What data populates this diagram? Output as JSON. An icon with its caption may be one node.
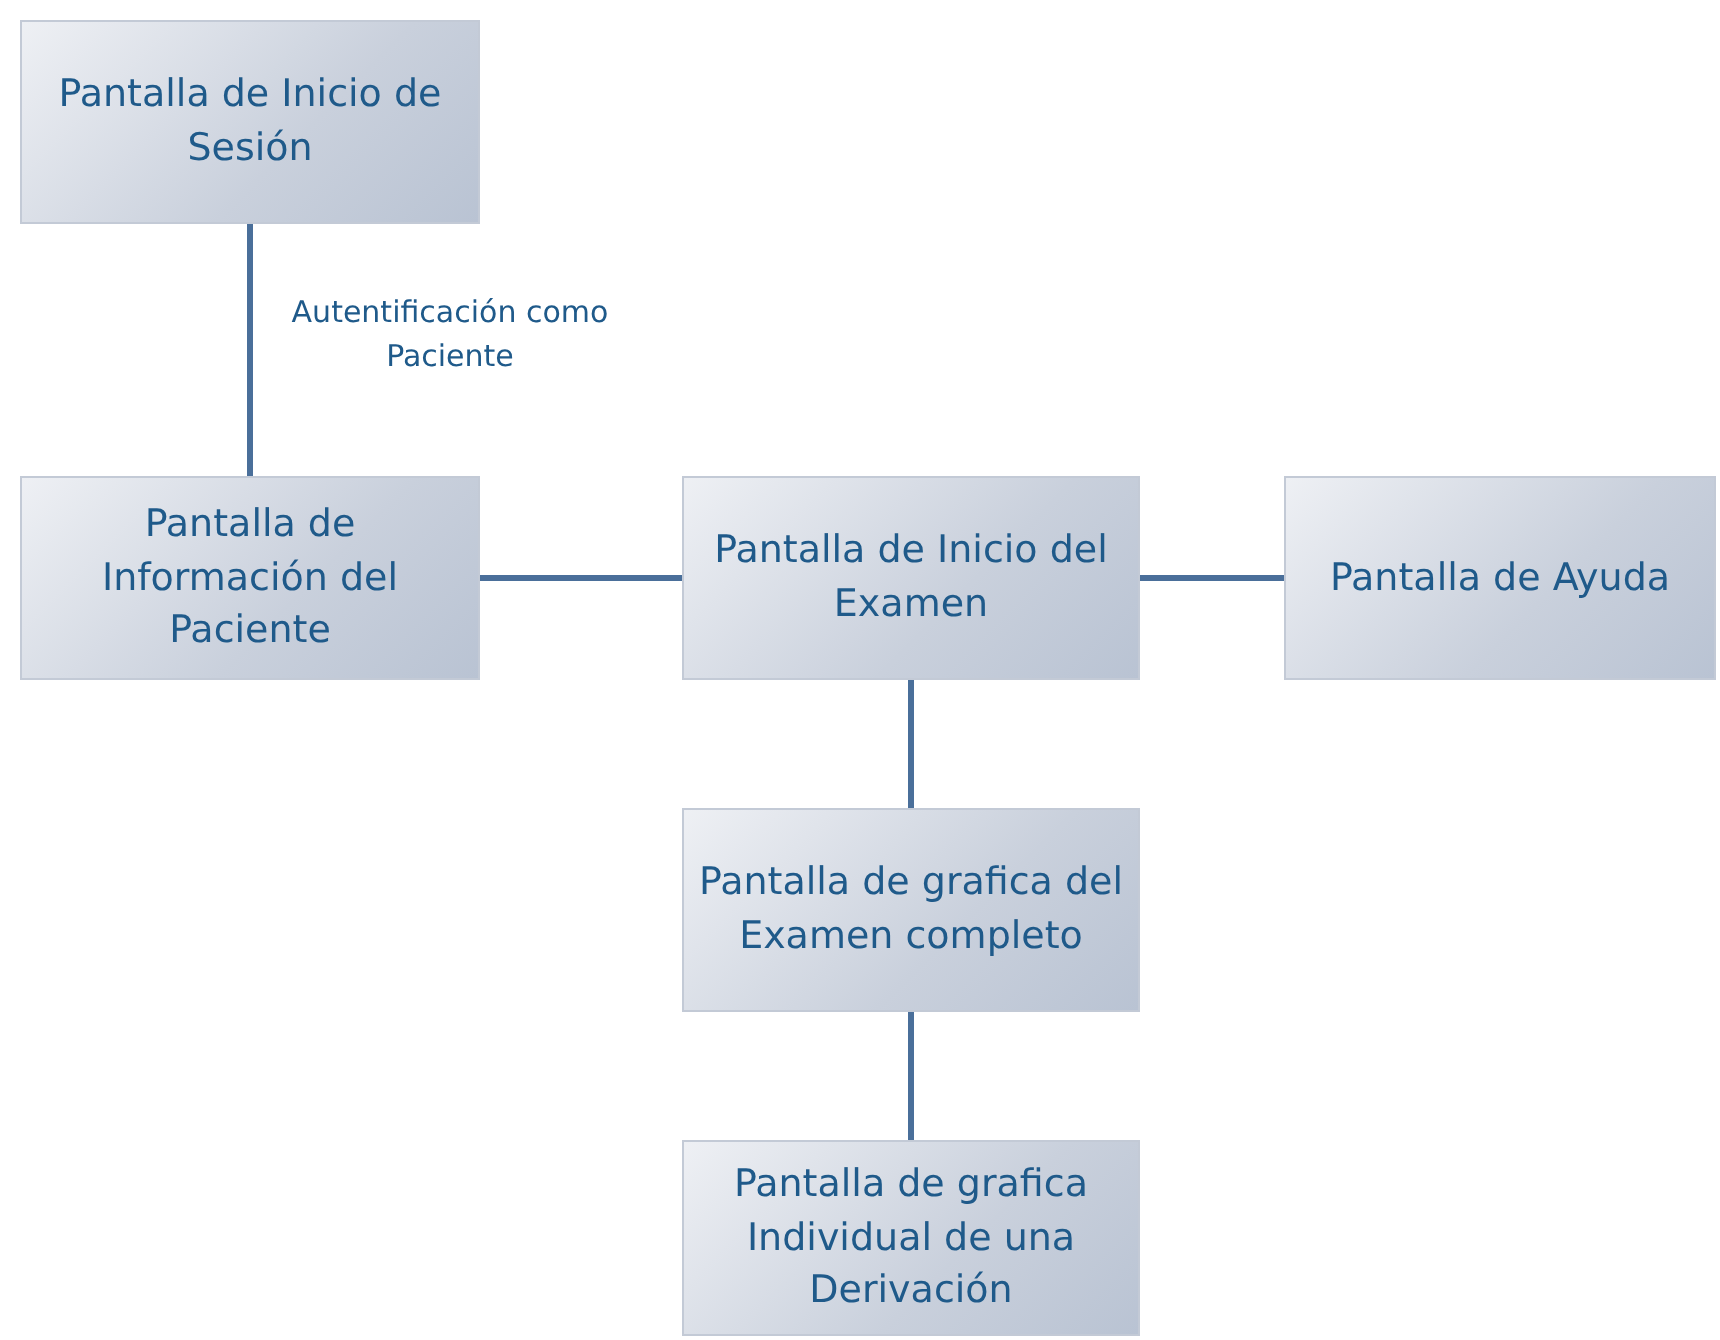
{
  "diagram": {
    "nodes": [
      {
        "text": [
          "Pantalla de Inicio de Sesión"
        ]
      },
      {
        "text": [
          "Pantalla de Información del Paciente"
        ]
      },
      {
        "text": [
          "Pantalla de Inicio del Examen"
        ]
      },
      {
        "text": [
          "Pantalla de Ayuda"
        ]
      },
      {
        "text": [
          "Pantalla de grafica del Examen completo"
        ]
      },
      {
        "text": [
          "Pantalla de grafica Individual de una Derivación"
        ]
      }
    ],
    "edges": [
      {
        "from": 0,
        "to": 1,
        "arrow": "none",
        "label": "Autentificación como Paciente"
      },
      {
        "from": 1,
        "to": 2,
        "arrow": "none"
      },
      {
        "from": 2,
        "to": 3,
        "arrow": "none"
      },
      {
        "from": 2,
        "to": 4,
        "arrow": "none"
      },
      {
        "from": 4,
        "to": 5,
        "arrow": "none"
      }
    ]
  }
}
